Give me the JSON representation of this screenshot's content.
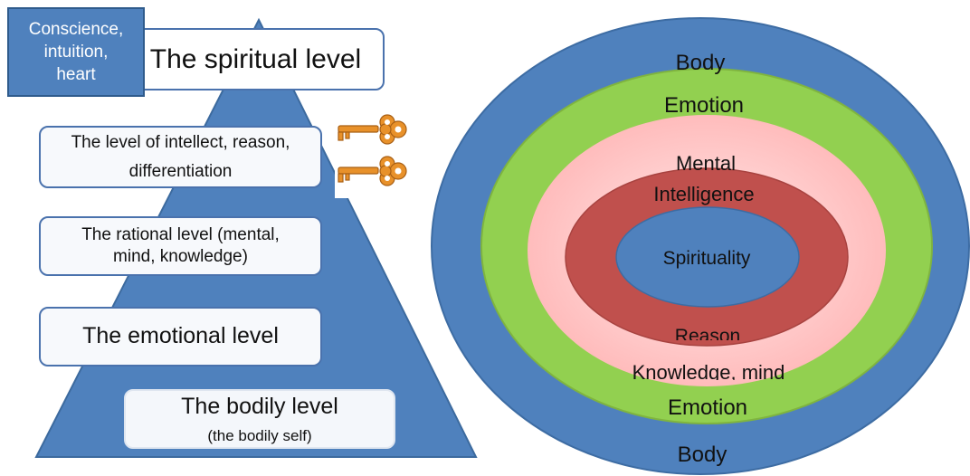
{
  "pyramid": {
    "conscience_box": [
      "Conscience,",
      "intuition,",
      "heart"
    ],
    "spiritual": "The spiritual level",
    "intellect": [
      "The level of intellect, reason,",
      "differentiation"
    ],
    "rational": [
      "The rational level (mental,",
      "mind, knowledge)"
    ],
    "emotional": "The emotional level",
    "bodily": "The bodily level",
    "bodily_sub": "(the bodily self)",
    "keys_icon": "golden-keys-icon"
  },
  "rings": {
    "outer_top": "Body",
    "outer_bottom": "Body",
    "second_top": "Emotion",
    "second_bottom": "Emotion",
    "third_top": "Mental",
    "third_bottom": "Knowledge, mind",
    "fourth_top": "Intelligence",
    "fourth_bottom": "Reason",
    "core": "Spirituality"
  },
  "colors": {
    "blue": "#4f81bd",
    "green": "#92d050",
    "pink": "#ffc7c7",
    "red": "#c0504d",
    "gold": "#e8912a"
  }
}
